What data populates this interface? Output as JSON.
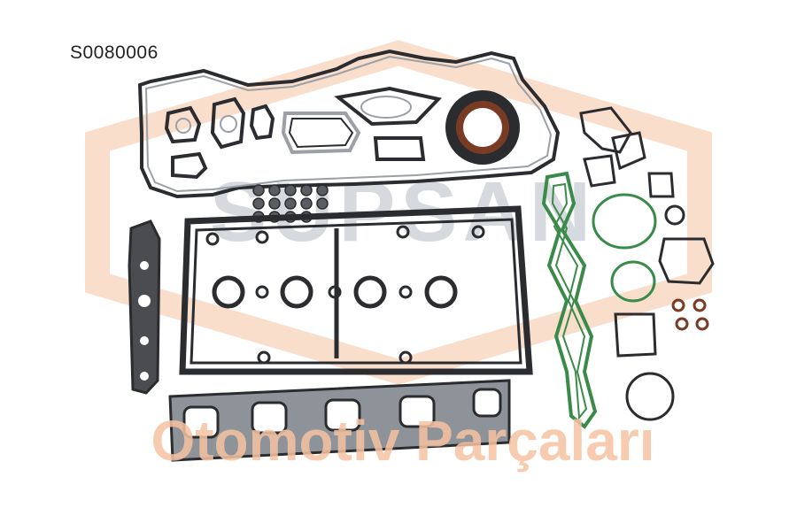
{
  "product": {
    "code": "S0080006"
  },
  "watermark": {
    "brand": "SUPSAN",
    "tagline": "Otomotiv Parçaları"
  },
  "colors": {
    "watermark_gray": "#c9ced4",
    "watermark_orange": "#f6c3a2",
    "gasket_dark": "#2a2c30",
    "gasket_steel": "#9aa0a6",
    "gasket_rubber_green": "#3a8a4a",
    "gasket_brown": "#7a3b25"
  }
}
